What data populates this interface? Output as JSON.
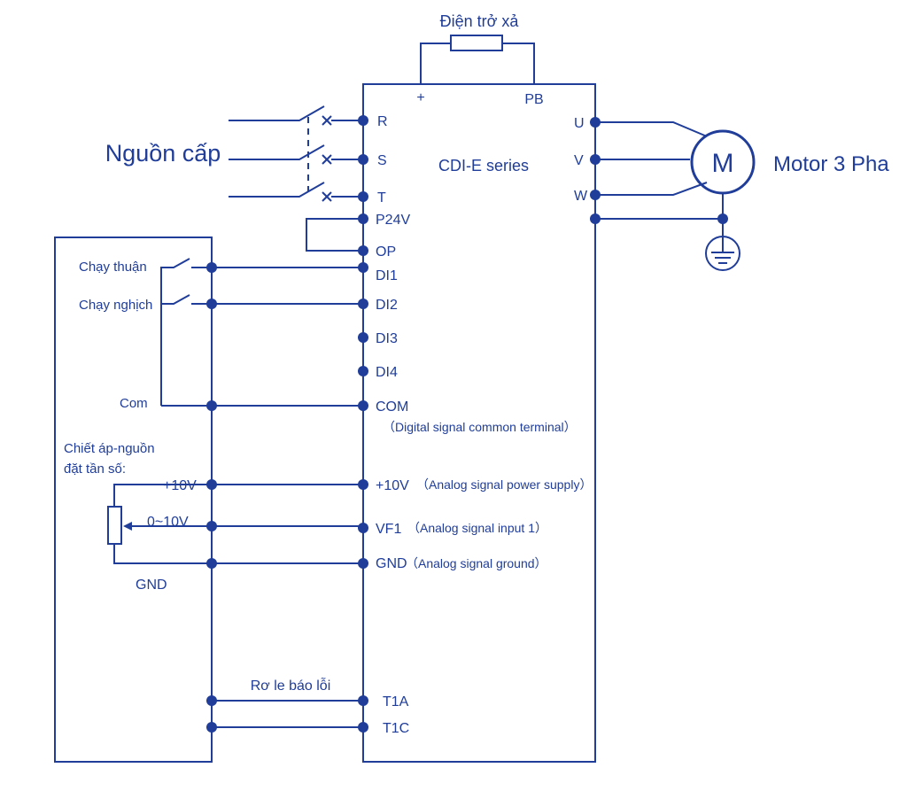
{
  "labels": {
    "braking_resistor": "Điện trở xả",
    "plus": "+",
    "pb": "PB",
    "power_supply": "Nguồn cấp",
    "series": "CDI-E series",
    "motor_symbol": "M",
    "motor": "Motor 3 Pha",
    "forward": "Chạy thuận",
    "reverse": "Chạy nghịch",
    "com_ext": "Com",
    "pot_line1": "Chiết áp-nguồn",
    "pot_line2": "đặt tần số:",
    "ext_10v": "+10V",
    "ext_0_10v": "0~10V",
    "ext_gnd": "GND",
    "relay": "Rơ le báo lỗi"
  },
  "terminals": {
    "R": "R",
    "S": "S",
    "T": "T",
    "P24V": "P24V",
    "OP": "OP",
    "DI1": "DI1",
    "DI2": "DI2",
    "DI3": "DI3",
    "DI4": "DI4",
    "COM": "COM",
    "COM_desc": "（Digital signal common terminal）",
    "P10V": "+10V",
    "P10V_desc": "（Analog signal power supply）",
    "VF1": "VF1",
    "VF1_desc": "（Analog signal input 1）",
    "GND": "GND",
    "GND_desc": "（Analog signal ground）",
    "T1A": "T1A",
    "T1C": "T1C",
    "U": "U",
    "V": "V",
    "W": "W"
  },
  "colors": {
    "line": "#1f3d99",
    "background": "#ffffff"
  }
}
